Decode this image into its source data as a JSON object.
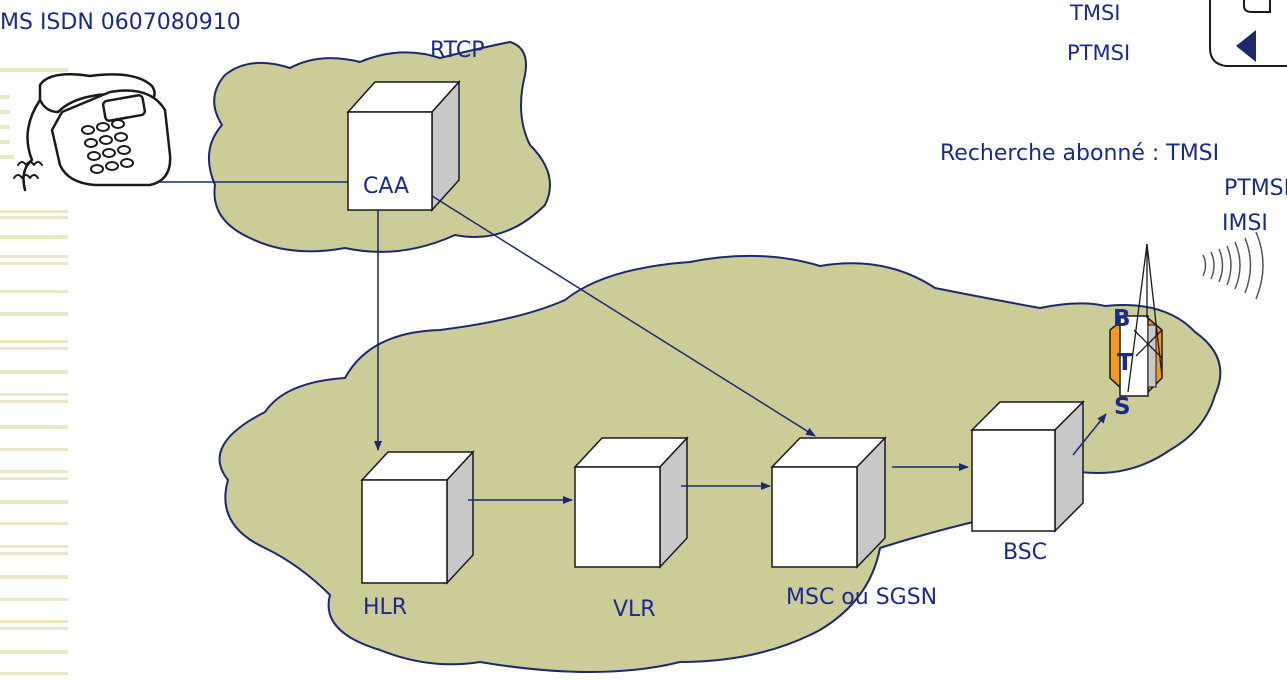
{
  "colors": {
    "cloud_fill": "#cccc99",
    "line": "#1a2a6c",
    "text": "#1a2a8c",
    "box_face": "#ffffff",
    "box_side": "#c8c8c8",
    "bts_accent": "#f29a1f",
    "stripes": "#e8e8c6"
  },
  "labels": {
    "msisdn": "MS ISDN 0607080910",
    "rtcp": "RTCP",
    "caa": "CAA",
    "hlr": "HLR",
    "vlr": "VLR",
    "msc": "MSC ou SGSN",
    "bsc": "BSC",
    "bts_b": "B",
    "bts_t": "T",
    "bts_s": "S",
    "mobile_tmsi": "TMSI",
    "mobile_ptmsi": "PTMSI",
    "paging": "Recherche abonné : TMSI",
    "paging_ptmsi": "PTMSI",
    "paging_imsi": "IMSI"
  }
}
